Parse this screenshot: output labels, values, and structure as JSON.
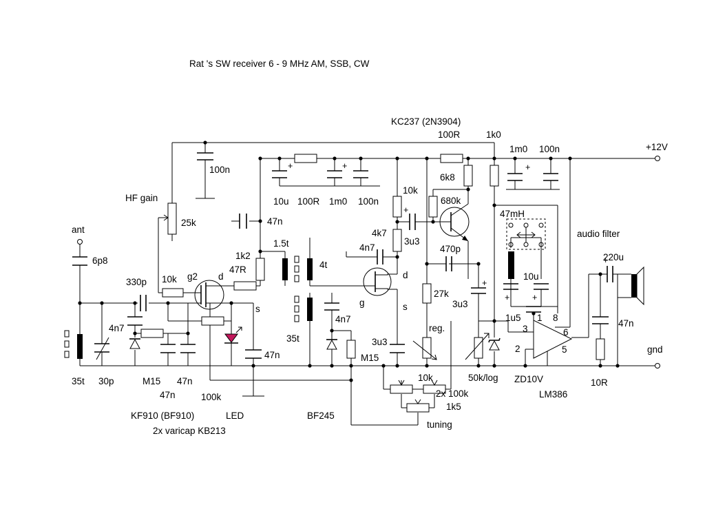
{
  "title": "Rat 's SW receiver 6 - 9 MHz   AM, SSB, CW",
  "colors": {
    "wire": "#000000",
    "led": "#c2185b",
    "background": "#ffffff"
  },
  "nodes": {
    "ant": "ant",
    "v12": "+12V",
    "gnd": "gnd"
  },
  "controls": {
    "hf_gain": "HF gain",
    "reg": "reg.",
    "tuning": "tuning",
    "audio_filter": "audio filter"
  },
  "devices": {
    "q1": "KF910 (BF910)",
    "q2": "BF245",
    "q3": "KC237 (2N3904)",
    "amp": "LM386",
    "led": "LED",
    "varicaps": "2x varicap KB213",
    "zener": "ZD10V",
    "pot_dual": "2x 100k"
  },
  "pins": {
    "g2": "g2",
    "d1": "d",
    "s1": "s",
    "d2": "d",
    "g": "g",
    "s2": "s",
    "p1": "1",
    "p2": "2",
    "p3": "3",
    "p5": "5",
    "p6": "6",
    "p8": "8"
  },
  "turns": {
    "t35a": "35t",
    "t15": "1.5t",
    "t4": "4t",
    "t35b": "35t"
  },
  "values": {
    "c6p8": "6p8",
    "c330p": "330p",
    "r10k_a": "10k",
    "r47r": "47R",
    "r25k": "25k",
    "c100n_a": "100n",
    "c47n_a": "47n",
    "r1k2": "1k2",
    "c4n7_a": "4n7",
    "c30p": "30p",
    "m15_a": "M15",
    "c47n_b": "47n",
    "c47n_c": "47n",
    "r100k": "100k",
    "c47n_d": "47n",
    "c10u_a": "10u",
    "r100r_a": "100R",
    "c1m0_a": "1m0",
    "c100n_b": "100n",
    "r10k_b": "10k",
    "r4k7": "4k7",
    "c4n7_b": "4n7",
    "c3u3_a": "3u3",
    "r680k": "680k",
    "r6k8": "6k8",
    "c470p": "470p",
    "r27k": "27k",
    "c3u3_b": "3u3",
    "c4n7_c": "4n7",
    "m15_b": "M15",
    "c3u3_c": "3u3",
    "r10k_c": "10k",
    "r1k5": "1k5",
    "r50k": "50k/log",
    "r100r_b": "100R",
    "r1k0": "1k0",
    "c1m0_b": "1m0",
    "c100n_c": "100n",
    "l47mh": "47mH",
    "c10u_b": "10u",
    "c1u5": "1u5",
    "c220u": "220u",
    "c47n_e": "47n",
    "r10r": "10R"
  }
}
